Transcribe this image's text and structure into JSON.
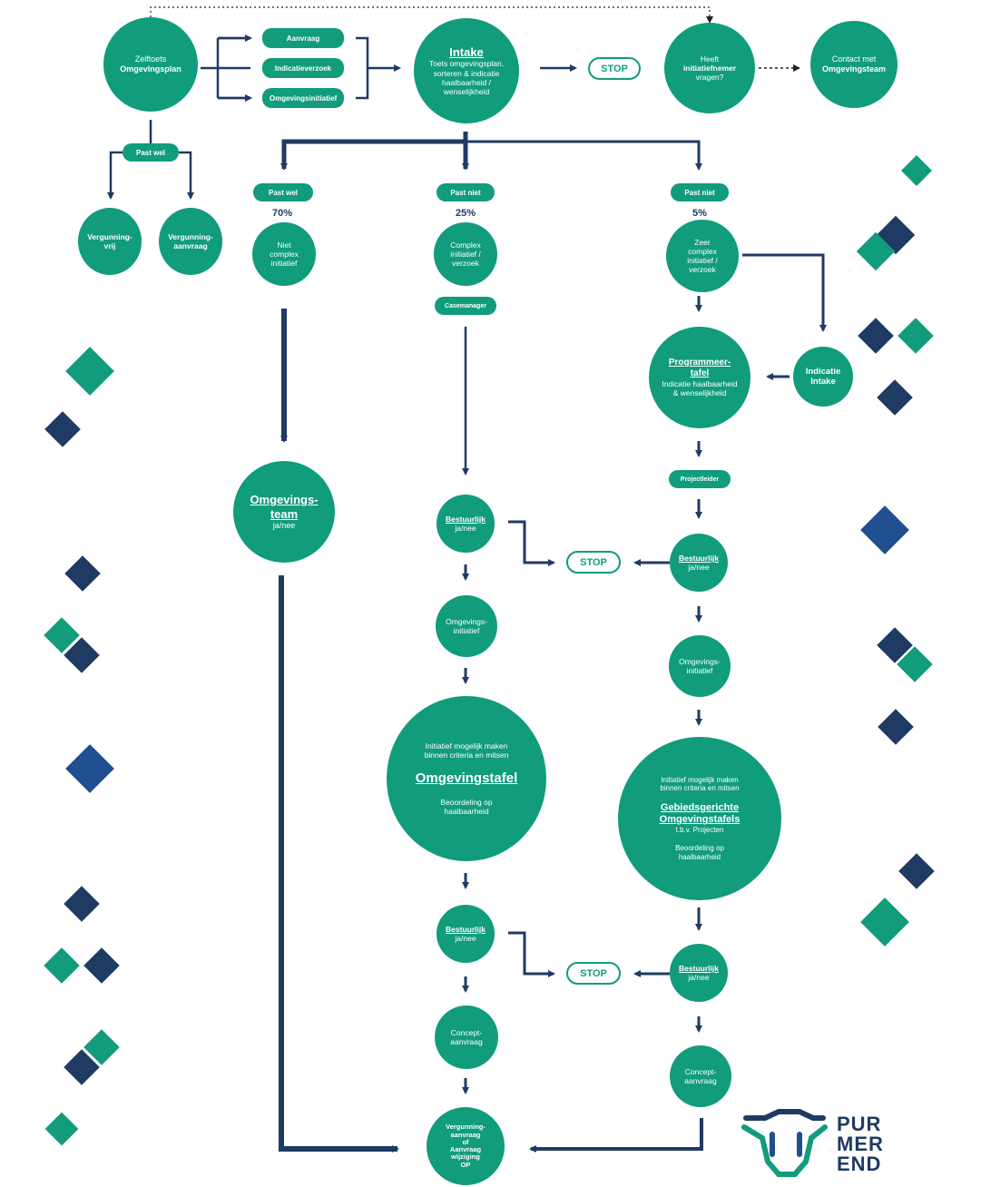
{
  "colors": {
    "teal": "#119c7c",
    "navy": "#1f3b63",
    "blue": "#1f4f8f",
    "white": "#ffffff"
  },
  "top": {
    "zelftoets": {
      "line1": "Zelftoets",
      "line2": "Omgevingsplan"
    },
    "options": [
      "Aanvraag",
      "Indicatieverzoek",
      "Omgevingsinitiatief"
    ],
    "intake": {
      "title": "Intake",
      "l1": "Toets omgevingsplan,",
      "l2": "sorteren & indicatie",
      "l3": "haalbaarheid /",
      "l4": "wenselijkheid"
    },
    "stop": "STOP",
    "heeft": {
      "l1": "Heeft",
      "l2": "initiatiefnemer",
      "l3": "vragen?"
    },
    "contact": {
      "l1": "Contact met",
      "l2": "Omgevingsteam"
    }
  },
  "left_branch": {
    "past_wel": "Past wel",
    "vrij": {
      "l1": "Vergunning-",
      "l2": "vrij"
    },
    "aanvraag": {
      "l1": "Vergunning-",
      "l2": "aanvraag"
    }
  },
  "col1": {
    "pill": "Past wel",
    "pct": "70%",
    "node": {
      "l1": "Niet",
      "l2": "complex",
      "l3": "initiatief"
    },
    "team": {
      "l1": "Omgevings-",
      "l2": "team",
      "l3": "ja/nee"
    }
  },
  "col2": {
    "pill": "Past niet",
    "pct": "25%",
    "node": {
      "l1": "Complex",
      "l2": "initiatief /",
      "l3": "verzoek"
    },
    "casemanager": "Casemanager",
    "bestuurlijk1": {
      "l1": "Bestuurlijk",
      "l2": "ja/nee"
    },
    "initiatief": {
      "l1": "Omgevings-",
      "l2": "initiatief"
    },
    "tafel": {
      "l1": "Initiatief mogelijk maken",
      "l2": "binnen criteria en mitsen",
      "title": "Omgevingstafel",
      "l3": "Beoordeling op",
      "l4": "haalbaarheid"
    },
    "bestuurlijk2": {
      "l1": "Bestuurlijk",
      "l2": "ja/nee"
    },
    "concept": {
      "l1": "Concept-",
      "l2": "aanvraag"
    },
    "final": {
      "l1": "Vergunning-",
      "l2": "aanvraag",
      "l3": "of",
      "l4": "Aanvraag",
      "l5": "wijziging",
      "l6": "OP"
    }
  },
  "col3": {
    "pill": "Past niet",
    "pct": "5%",
    "node": {
      "l1": "Zeer",
      "l2": "complex",
      "l3": "initiatief /",
      "l4": "verzoek"
    },
    "programmeer": {
      "t1": "Programmeer-",
      "t2": "tafel",
      "l1": "Indicatie haalbaarheid",
      "l2": "& wenselijkheid"
    },
    "indicatie": {
      "l1": "Indicatie",
      "l2": "Intake"
    },
    "projectleider": "Projectleider",
    "bestuurlijk1": {
      "l1": "Bestuurlijk",
      "l2": "ja/nee"
    },
    "initiatief": {
      "l1": "Omgevings-",
      "l2": "initiatief"
    },
    "gebied": {
      "l1": "Initiatief mogelijk maken",
      "l2": "binnen criteria en mitsen",
      "t1": "Gebiedsgerichte",
      "t2": "Omgevingstafels",
      "l3": "t.b.v. Projecten",
      "l4": "Beoordeling op",
      "l5": "haalbaarheid"
    },
    "bestuurlijk2": {
      "l1": "Bestuurlijk",
      "l2": "ja/nee"
    },
    "concept": {
      "l1": "Concept-",
      "l2": "aanvraag"
    }
  },
  "stops": {
    "s1": "STOP",
    "s2": "STOP"
  },
  "logo": {
    "l1": "PUR",
    "l2": "MER",
    "l3": "END",
    "icon": "cow-head-icon"
  }
}
